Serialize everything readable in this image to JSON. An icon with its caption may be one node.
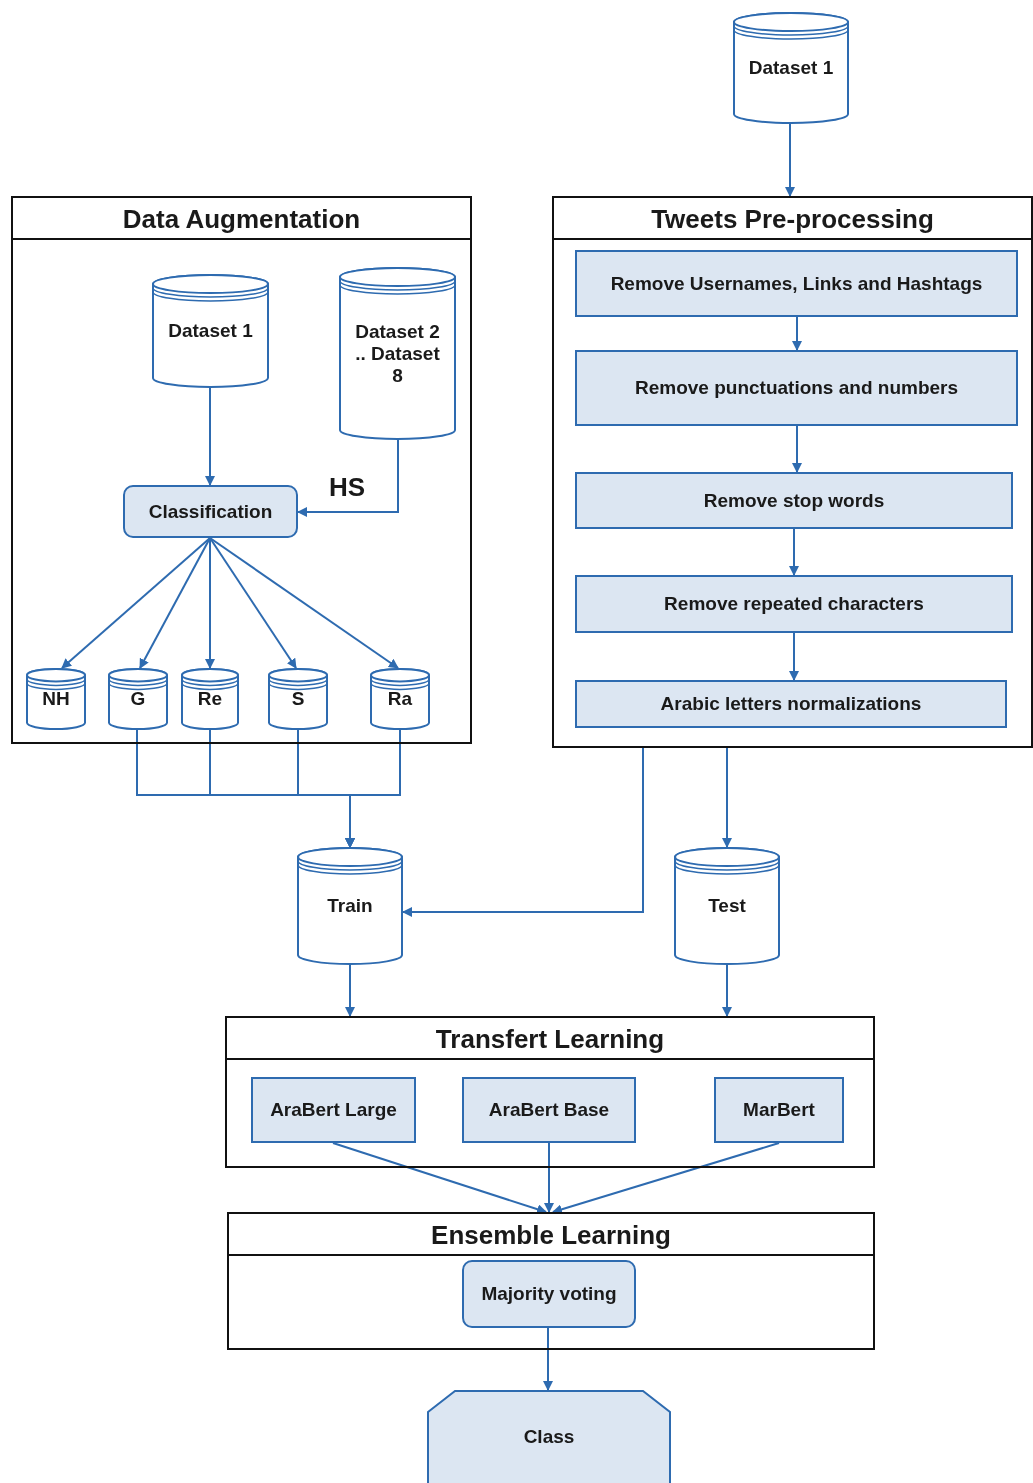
{
  "diagram": {
    "nodes": [
      {
        "text": [
          "Dataset 1"
        ]
      },
      {
        "text": [
          "Tweets Pre-processing"
        ]
      },
      {
        "text": [
          "Remove Usernames, Links and Hashtags"
        ],
        "in": 1
      },
      {
        "text": [
          "Remove punctuations and numbers"
        ],
        "in": 1
      },
      {
        "text": [
          "Remove stop words"
        ],
        "in": 1
      },
      {
        "text": [
          "Remove repeated characters"
        ],
        "in": 1
      },
      {
        "text": [
          "Arabic letters normalizations"
        ],
        "in": 1
      },
      {
        "text": [
          "Data Augmentation"
        ]
      },
      {
        "text": [
          "Dataset 1"
        ],
        "in": 7
      },
      {
        "text": [
          "Dataset 2 .. Dataset 8"
        ],
        "in": 7
      },
      {
        "text": [
          "Classification"
        ],
        "in": 7
      },
      {
        "text": [
          "NH"
        ],
        "in": 7
      },
      {
        "text": [
          "G"
        ],
        "in": 7
      },
      {
        "text": [
          "Re"
        ],
        "in": 7
      },
      {
        "text": [
          "S"
        ],
        "in": 7
      },
      {
        "text": [
          "Ra"
        ],
        "in": 7
      },
      {
        "text": [
          "Train"
        ]
      },
      {
        "text": [
          "Test"
        ]
      },
      {
        "text": [
          "Transfert Learning"
        ]
      },
      {
        "text": [
          "AraBert Large"
        ],
        "in": 18
      },
      {
        "text": [
          "AraBert Base"
        ],
        "in": 18
      },
      {
        "text": [
          "MarBert"
        ],
        "in": 18
      },
      {
        "text": [
          "Ensemble Learning"
        ]
      },
      {
        "text": [
          "Majority voting"
        ],
        "in": 22
      },
      {
        "text": [
          "Class"
        ]
      }
    ],
    "edges": [
      {
        "from": 0,
        "to": 1,
        "arrow": "to"
      },
      {
        "from": 2,
        "to": 3,
        "arrow": "to"
      },
      {
        "from": 3,
        "to": 4,
        "arrow": "to"
      },
      {
        "from": 4,
        "to": 5,
        "arrow": "to"
      },
      {
        "from": 5,
        "to": 6,
        "arrow": "to"
      },
      {
        "from": 8,
        "to": 10,
        "arrow": "to"
      },
      {
        "from": 9,
        "to": 10,
        "arrow": "to",
        "label": "HS"
      },
      {
        "from": 10,
        "to": 11,
        "arrow": "to"
      },
      {
        "from": 10,
        "to": 12,
        "arrow": "to"
      },
      {
        "from": 10,
        "to": 13,
        "arrow": "to"
      },
      {
        "from": 10,
        "to": 14,
        "arrow": "to"
      },
      {
        "from": 10,
        "to": 15,
        "arrow": "to"
      },
      {
        "from": 12,
        "to": 16,
        "arrow": "to"
      },
      {
        "from": 13,
        "to": 16,
        "arrow": "to"
      },
      {
        "from": 14,
        "to": 16,
        "arrow": "to"
      },
      {
        "from": 15,
        "to": 16,
        "arrow": "to"
      },
      {
        "from": 1,
        "to": 16,
        "arrow": "to"
      },
      {
        "from": 1,
        "to": 17,
        "arrow": "to"
      },
      {
        "from": 16,
        "to": 18,
        "arrow": "to"
      },
      {
        "from": 17,
        "to": 18,
        "arrow": "to"
      },
      {
        "from": 19,
        "to": 22,
        "arrow": "to"
      },
      {
        "from": 20,
        "to": 22,
        "arrow": "to"
      },
      {
        "from": 21,
        "to": 22,
        "arrow": "to"
      },
      {
        "from": 23,
        "to": 24,
        "arrow": "to"
      }
    ]
  }
}
